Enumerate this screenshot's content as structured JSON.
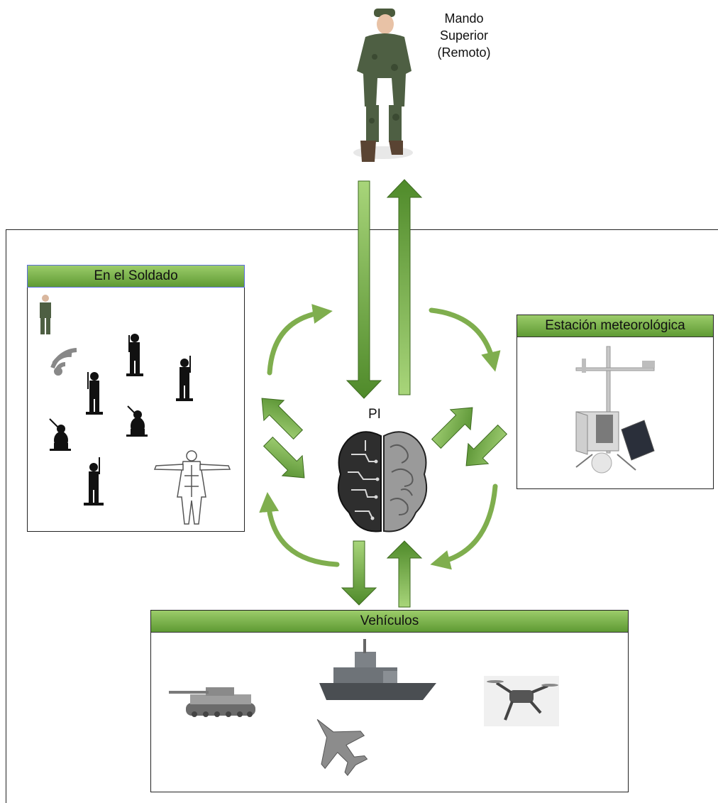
{
  "commander": {
    "line1": "Mando",
    "line2": "Superior",
    "line3": "(Remoto)"
  },
  "center": {
    "label": "PI"
  },
  "panels": {
    "soldier": {
      "title": "En el Soldado"
    },
    "weather": {
      "title": "Estación meteorológica"
    },
    "vehicles": {
      "title": "Vehículos"
    }
  },
  "icons": [
    "commander-figure",
    "brain-icon",
    "wifi-icon",
    "soldier-silhouette",
    "body-suit-figure",
    "weather-station",
    "tank-icon",
    "warship-icon",
    "fighter-jet-icon",
    "drone-icon"
  ],
  "colors": {
    "arrow_light": "#9ccc6a",
    "arrow_dark": "#4f8a2a",
    "header_light": "#9ccc6a",
    "header_dark": "#5e9a33"
  }
}
